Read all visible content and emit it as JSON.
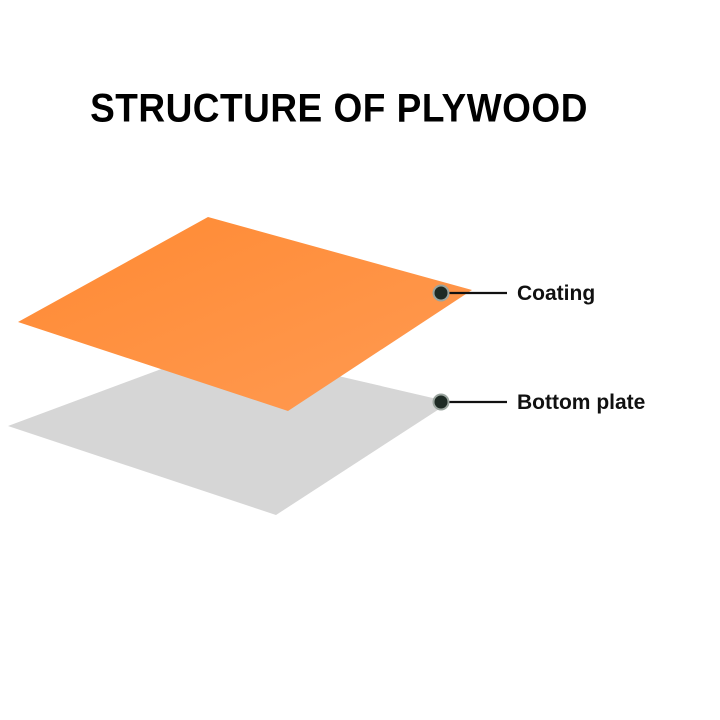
{
  "title": "STRUCTURE OF PLYWOOD",
  "layers": [
    {
      "label": "Coating",
      "color": "#ff9040"
    },
    {
      "label": "Bottom plate",
      "color": "#d6d6d6"
    }
  ],
  "colors": {
    "title": "#000000",
    "leader_line": "#111111",
    "marker_fill": "#1e2a24",
    "marker_ring": "#9aa49e",
    "background": "#ffffff"
  }
}
